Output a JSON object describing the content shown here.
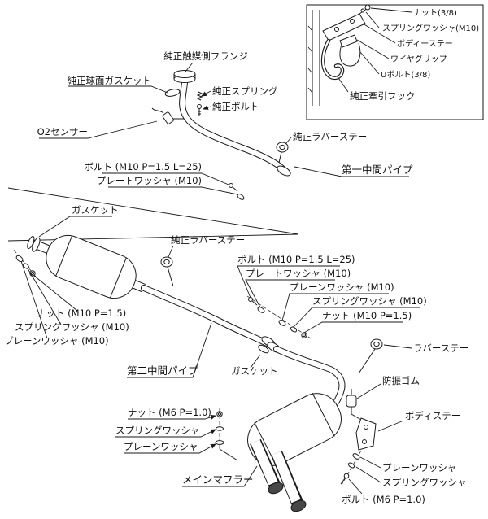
{
  "colors": {
    "ink": "#1a1a1a",
    "paper": "#ffffff",
    "tip_dark": "#474747"
  },
  "inset": {
    "nut_38": "ナット(3/8)",
    "spring_washer_m10": "スプリングワッシャ(M10)",
    "body_stay": "ボディーステー",
    "wire_grip": "ワイヤグリップ",
    "u_bolt": "Uボルト(3/8)",
    "tow_hook": "純正牽引フック"
  },
  "labels": {
    "oem_catalyst_flange": "純正触媒側フランジ",
    "oem_spherical_gasket": "純正球面ガスケット",
    "oem_spring": "純正スプリング",
    "oem_bolt": "純正ボルト",
    "o2_sensor": "O2センサー",
    "oem_rubber_stay_front": "純正ラバーステー",
    "bolt_m10_front": "ボルト (M10 P=1.5 L=25)",
    "plate_washer_front": "プレートワッシャ (M10)",
    "first_mid_pipe": "第一中間パイプ",
    "gasket_front": "ガスケット",
    "oem_rubber_stay_mid": "純正ラバーステー",
    "bolt_m10_mid": "ボルト (M10 P=1.5 L=25)",
    "plate_washer_mid": "プレートワッシャ (M10)",
    "plain_washer_m10_right": "プレーンワッシャ (M10)",
    "spring_washer_m10_right": "スプリングワッシャ (M10)",
    "nut_m10_right": "ナット (M10 P=1.5)",
    "nut_m10_left": "ナット (M10 P=1.5)",
    "spring_washer_m10_left": "スプリングワッシャ (M10)",
    "plain_washer_m10_left": "プレーンワッシャ (M10)",
    "rubber_stay": "ラバーステー",
    "second_mid_pipe": "第二中間パイプ",
    "gasket_rear": "ガスケット",
    "vibration_rubber": "防振ゴム",
    "nut_m6": "ナット (M6 P=1.0)",
    "spring_washer_left_rear": "スプリングワッシャ",
    "plain_washer_left_rear": "プレーンワッシャ",
    "body_stay_rear": "ボディステー",
    "main_muffler": "メインマフラー",
    "plain_washer_right_rear": "プレーンワッシャ",
    "spring_washer_right_rear": "スプリングワッシャ",
    "bolt_m6": "ボルト (M6 P=1.0)"
  }
}
